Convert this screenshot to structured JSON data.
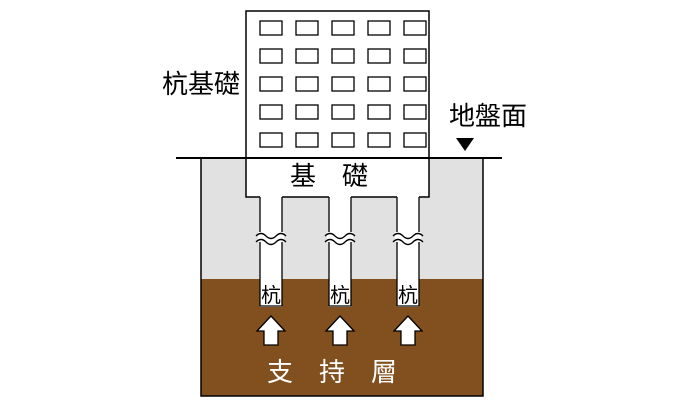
{
  "labels": {
    "pile_foundation": "杭基礎",
    "ground_surface": "地盤面",
    "foundation": "基　礎",
    "pile": "杭",
    "bearing_layer": "支　持　層"
  },
  "piles": [
    {
      "label": "杭"
    },
    {
      "label": "杭"
    },
    {
      "label": "杭"
    }
  ],
  "building": {
    "window_rows": 5,
    "window_cols": 5
  },
  "colors": {
    "upper_soil": "#e1e1e1",
    "bearing_layer": "#82501e",
    "outline": "#000000",
    "fill_white": "#ffffff"
  },
  "icons": {
    "ground_marker": "triangle-down-icon",
    "load_arrow": "arrow-up-icon"
  }
}
